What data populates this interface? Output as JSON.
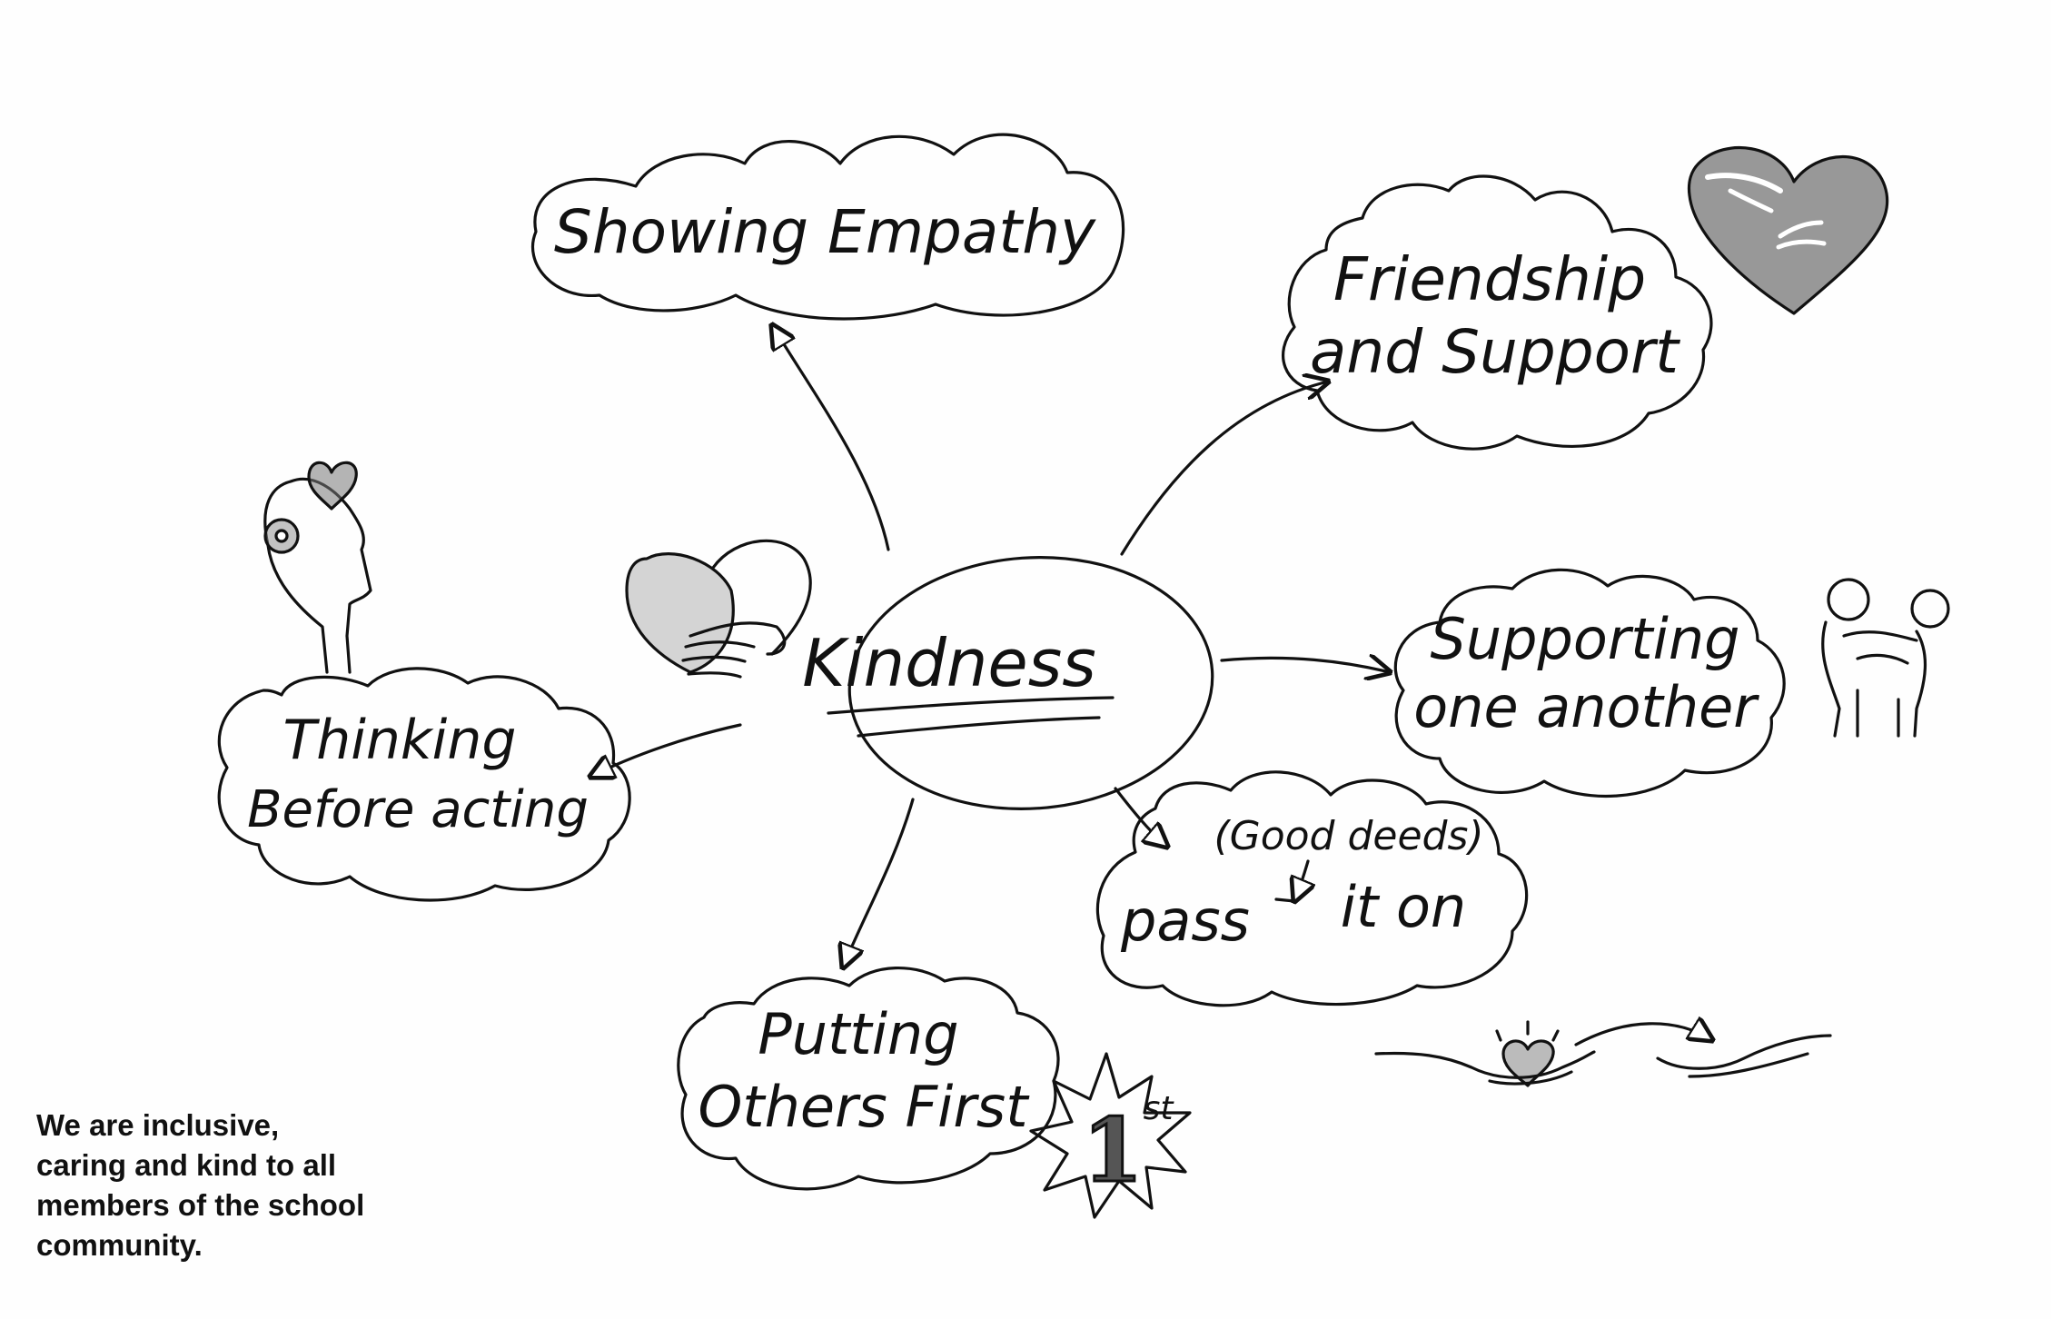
{
  "center": {
    "label": "Kindness"
  },
  "nodes": [
    {
      "id": "showing-empathy",
      "lines": [
        "Showing Empathy"
      ]
    },
    {
      "id": "friendship-and-support",
      "lines": [
        "Friendship",
        "and Support"
      ]
    },
    {
      "id": "supporting-one-another",
      "lines": [
        "Supporting",
        "one another"
      ]
    },
    {
      "id": "pass-it-on",
      "note": "(Good deeds)",
      "lines": [
        "pass",
        "it on"
      ]
    },
    {
      "id": "putting-others-first",
      "lines": [
        "Putting",
        "Others First"
      ]
    },
    {
      "id": "thinking-before-acting",
      "lines": [
        "Thinking",
        "Before acting"
      ]
    }
  ],
  "badge": {
    "number": "1",
    "suffix": "st"
  },
  "caption": {
    "lines": [
      "We are inclusive,",
      "caring and kind to all",
      "members of the school",
      "community."
    ]
  },
  "illustrations": [
    "handshake-heart-icon",
    "hands-heart-icon",
    "head-gear-heart-icon",
    "hug-icon",
    "give-heart-hands-icon",
    "first-place-badge-icon"
  ],
  "colors": {
    "ink": "#111111",
    "paper": "#fefefe"
  }
}
